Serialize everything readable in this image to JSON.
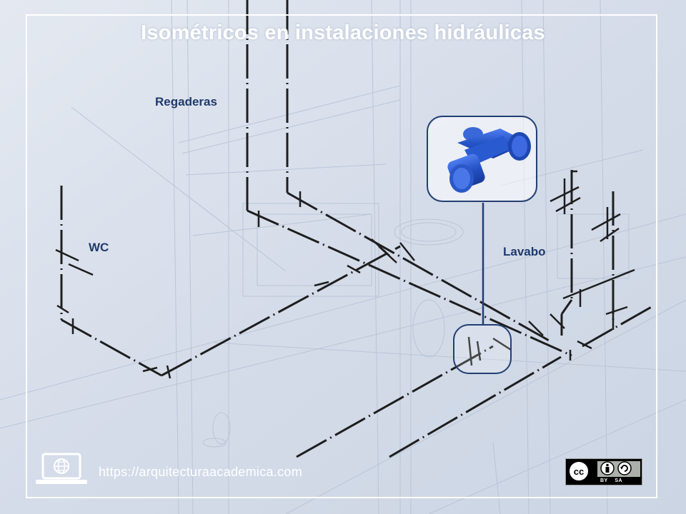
{
  "slide": {
    "title": "Isométricos en instalaciones hidráulicas",
    "url": "https://arquitecturaacademica.com"
  },
  "labels": {
    "regaderas": "Regaderas",
    "wc": "WC",
    "lavabo": "Lavabo"
  },
  "license": {
    "badge": "cc",
    "icons": [
      "cc-icon",
      "by-icon",
      "sa-icon"
    ],
    "footer": "BY    SA"
  },
  "colors": {
    "background": "#d6deea",
    "pipe": "#1e1e1e",
    "label": "#1f3a6b",
    "callout_border": "#233f73",
    "valve": "#2453c6",
    "frame": "#ffffff"
  }
}
